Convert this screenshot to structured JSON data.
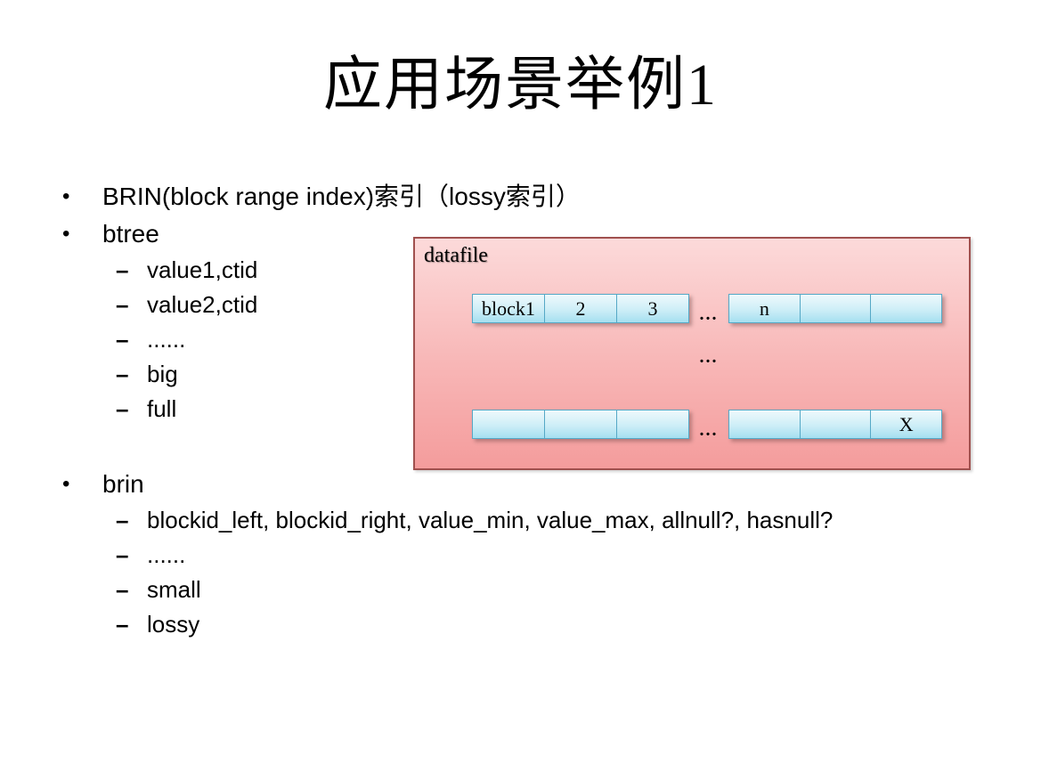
{
  "slide": {
    "title": "应用场景举例1",
    "bullet_char": "•",
    "dash_char": "–",
    "bullets": [
      {
        "label": "BRIN(block range index)索引（lossy索引）",
        "sub": []
      },
      {
        "label": "btree",
        "sub": [
          "value1,ctid",
          "value2,ctid",
          "......",
          "big",
          "full"
        ]
      },
      {
        "label": "brin",
        "sub": [
          "blockid_left, blockid_right, value_min, value_max, allnull?, hasnull?",
          "......",
          "small",
          "lossy"
        ]
      }
    ]
  },
  "diagram": {
    "label": "datafile",
    "middle_ellipsis": "...",
    "rows": [
      {
        "left_cells": [
          "block1",
          "2",
          "3"
        ],
        "separator": "...",
        "right_cells": [
          "n",
          "",
          ""
        ]
      },
      {
        "left_cells": [
          "",
          "",
          ""
        ],
        "separator": "...",
        "right_cells": [
          "",
          "",
          "X"
        ]
      }
    ],
    "colors": {
      "box_top": "#fcdada",
      "box_bottom": "#f49c9c",
      "box_border": "#a0504e",
      "cell_top": "#eef9fc",
      "cell_bottom": "#a5dff0",
      "cell_border": "#55a8c6"
    }
  }
}
